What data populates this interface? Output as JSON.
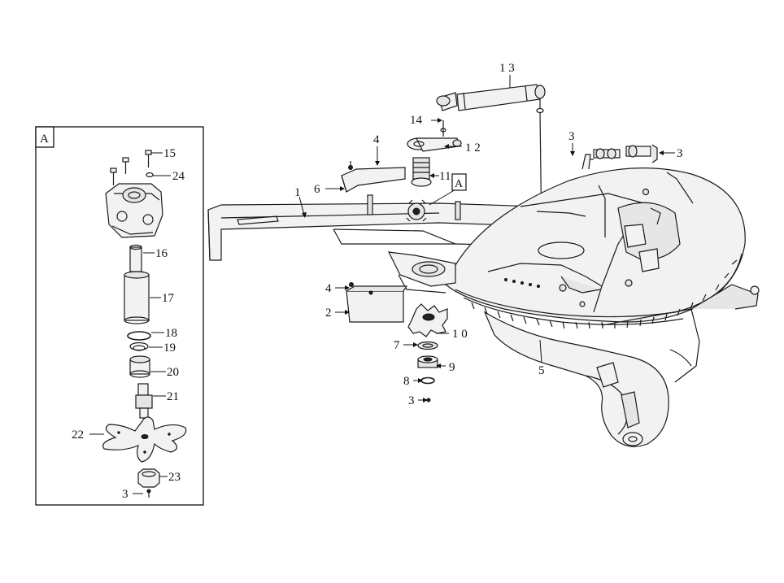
{
  "detail_box": {
    "label": "A"
  },
  "inset_callouts": [
    {
      "id": "15",
      "text": "15"
    },
    {
      "id": "24",
      "text": "24"
    },
    {
      "id": "16",
      "text": "16"
    },
    {
      "id": "17",
      "text": "17"
    },
    {
      "id": "18",
      "text": "18"
    },
    {
      "id": "19",
      "text": "19"
    },
    {
      "id": "20",
      "text": "20"
    },
    {
      "id": "21",
      "text": "21"
    },
    {
      "id": "22",
      "text": "22"
    },
    {
      "id": "23",
      "text": "23"
    },
    {
      "id": "3a",
      "text": "3"
    }
  ],
  "main_callouts": [
    {
      "id": "13",
      "text": "1 3"
    },
    {
      "id": "14",
      "text": "14"
    },
    {
      "id": "12",
      "text": "1 2"
    },
    {
      "id": "11",
      "text": "11"
    },
    {
      "id": "A",
      "text": "A"
    },
    {
      "id": "4a",
      "text": "4"
    },
    {
      "id": "6",
      "text": "6"
    },
    {
      "id": "1",
      "text": "1"
    },
    {
      "id": "3b",
      "text": "3"
    },
    {
      "id": "3c",
      "text": "3"
    },
    {
      "id": "4b",
      "text": "4"
    },
    {
      "id": "2",
      "text": "2"
    },
    {
      "id": "10",
      "text": "1 0"
    },
    {
      "id": "7",
      "text": "7"
    },
    {
      "id": "9",
      "text": "9"
    },
    {
      "id": "8",
      "text": "8"
    },
    {
      "id": "3d",
      "text": "3"
    },
    {
      "id": "5",
      "text": "5"
    }
  ]
}
